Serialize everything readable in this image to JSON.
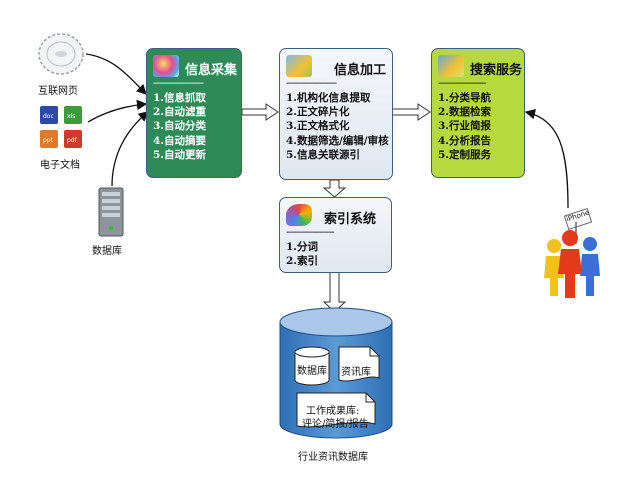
{
  "sources": {
    "internet": "互联网页",
    "docs": "电子文档",
    "database": "数据库",
    "doc_icons": [
      "doc",
      "ppt",
      "pdf",
      "xls"
    ]
  },
  "collect": {
    "title": "信息采集",
    "dashes": "---------------------",
    "items": [
      "1.信息抓取",
      "2.自动滤重",
      "3.自动分类",
      "4.自动摘要",
      "5.自动更新"
    ],
    "color": "#2e8b57"
  },
  "process": {
    "title": "信息加工",
    "dashes": "---------------------",
    "items": [
      "1.机构化信息提取",
      "2.正文碎片化",
      "3.正文格式化",
      "4.数据筛选/编辑/审核",
      "5.信息关联源引"
    ],
    "color": "#e8eef6"
  },
  "search": {
    "title": "搜索服务",
    "dashes": "--------------------",
    "items": [
      "1.分类导航",
      "2.数据检索",
      "3.行业简报",
      "4.分析报告",
      "5.定制服务"
    ],
    "color": "#b5d93e"
  },
  "index": {
    "title": "索引系统",
    "dashes": "--------------------",
    "items": [
      "1.分词",
      "2.索引"
    ]
  },
  "repository": {
    "label": "行业资讯数据库",
    "db": "数据库",
    "news": "资讯库",
    "work_line1": "工作成果库:",
    "work_line2": "评论/简报/报告"
  },
  "users": {
    "sign": "iPhone"
  }
}
